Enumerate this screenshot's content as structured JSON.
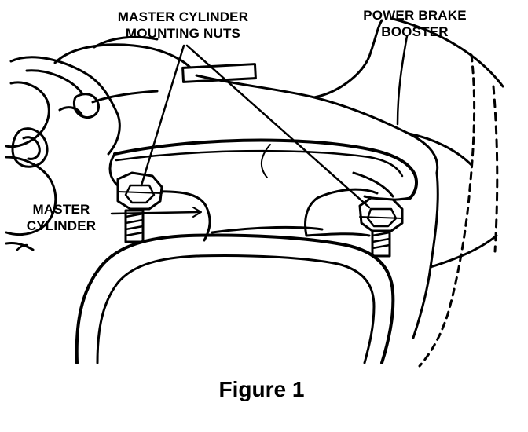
{
  "labels": {
    "master_cylinder_mounting_nuts": [
      "MASTER CYLINDER",
      "MOUNTING NUTS"
    ],
    "power_brake_booster": [
      "POWER BRAKE",
      "BOOSTER"
    ],
    "master_cylinder": [
      "MASTER",
      "CYLINDER"
    ]
  },
  "caption": "Figure 1",
  "colors": {
    "ink": "#000000",
    "paper": "#ffffff"
  }
}
